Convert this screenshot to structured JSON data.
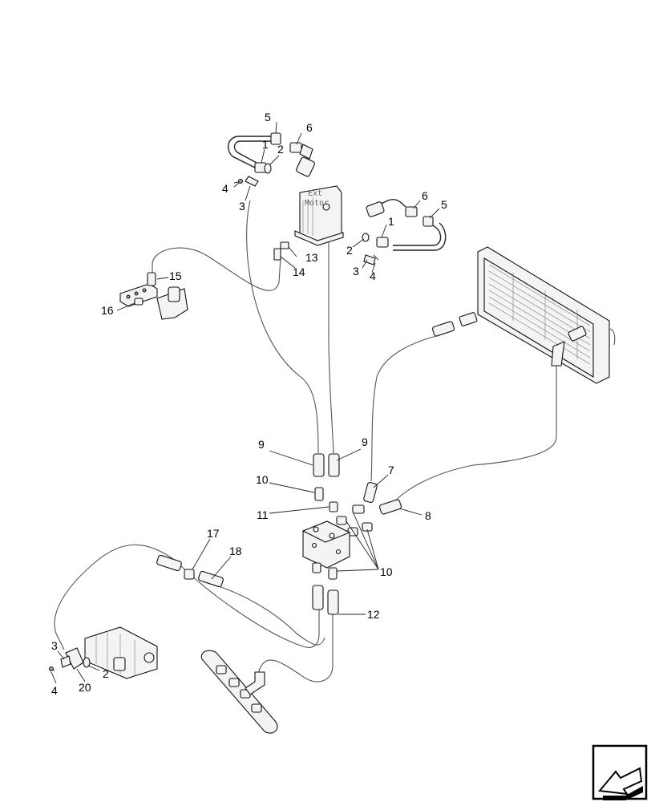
{
  "diagram": {
    "motor_label_line1": "Ext",
    "motor_label_line2": "Motor",
    "callouts": {
      "c1_top": "1",
      "c2_top": "2",
      "c3_top": "3",
      "c4_top": "4",
      "c5_top": "5",
      "c6_top": "6",
      "c1_right": "1",
      "c2_right": "2",
      "c3_right": "3",
      "c4_right": "4",
      "c5_right": "5",
      "c6_right": "6",
      "c13": "13",
      "c14": "14",
      "c15": "15",
      "c16": "16",
      "c9_left": "9",
      "c9_right": "9",
      "c10_left": "10",
      "c11": "11",
      "c7": "7",
      "c8": "8",
      "c10_right": "10",
      "c12": "12",
      "c17": "17",
      "c18": "18",
      "c3_pump": "3",
      "c4_pump": "4",
      "c2_pump": "2",
      "c20": "20"
    },
    "nav_icon": "arrow-back-icon"
  }
}
